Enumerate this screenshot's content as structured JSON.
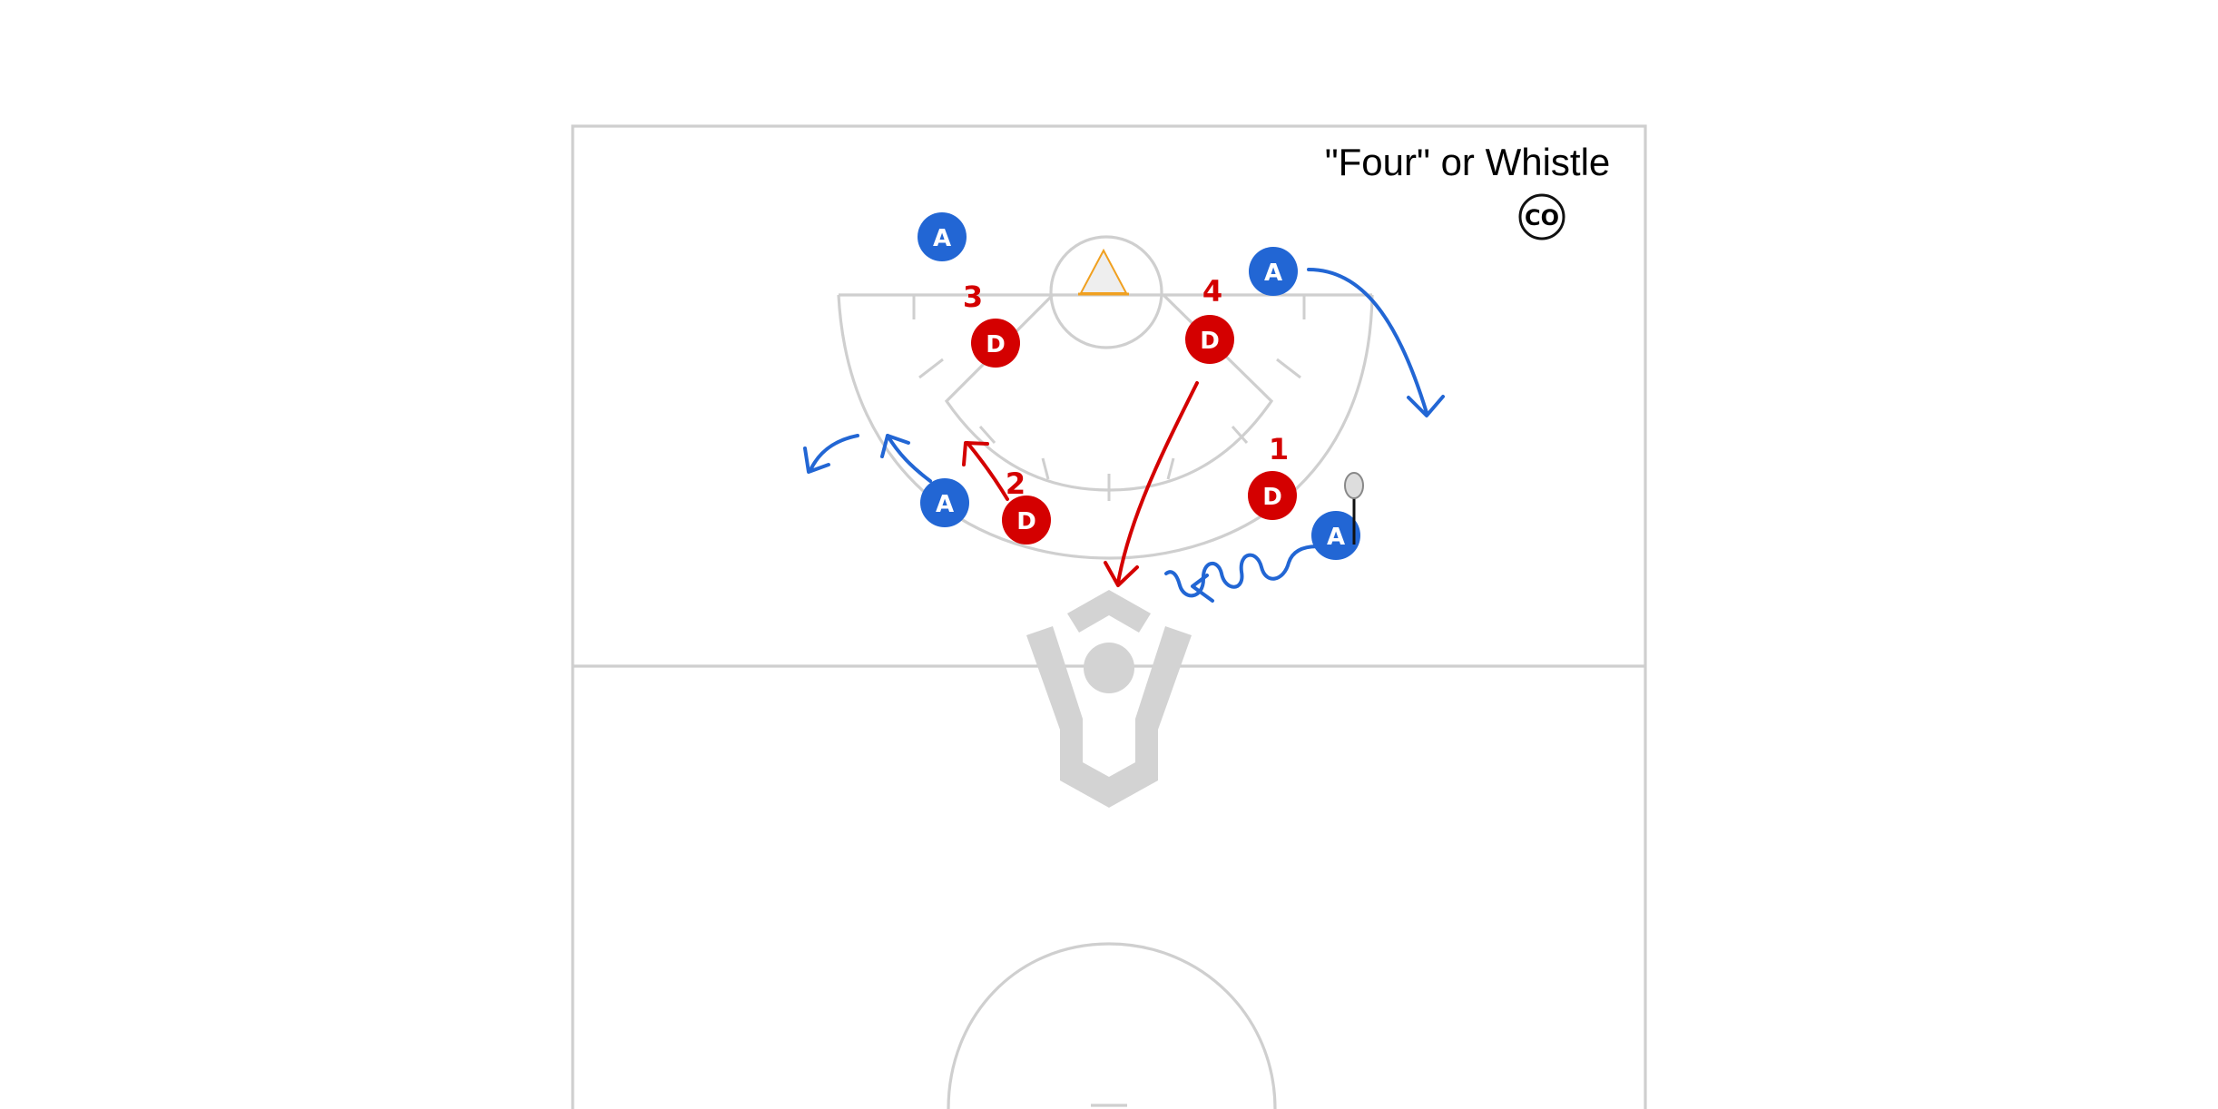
{
  "cue_text": "\"Four\" or Whistle",
  "coach": {
    "label": "CO",
    "icon": "coach-circle-icon"
  },
  "colors": {
    "attack": "#2266d4",
    "defense": "#d40000",
    "field_lines": "#cfcfcf",
    "background": "#ffffff"
  },
  "attackers": [
    {
      "id": "attacker-top-left",
      "label": "A"
    },
    {
      "id": "attacker-top-right",
      "label": "A"
    },
    {
      "id": "attacker-left",
      "label": "A"
    },
    {
      "id": "attacker-ball-carrier",
      "label": "A",
      "has_stick": true
    }
  ],
  "defenders": [
    {
      "id": "defender-3",
      "label": "D",
      "number": "3"
    },
    {
      "id": "defender-4",
      "label": "D",
      "number": "4"
    },
    {
      "id": "defender-2",
      "label": "D",
      "number": "2"
    },
    {
      "id": "defender-1",
      "label": "D",
      "number": "1"
    }
  ],
  "icons": [
    "goal-cone-icon",
    "field-logo-icon",
    "lacrosse-stick-icon",
    "coach-circle-icon"
  ]
}
